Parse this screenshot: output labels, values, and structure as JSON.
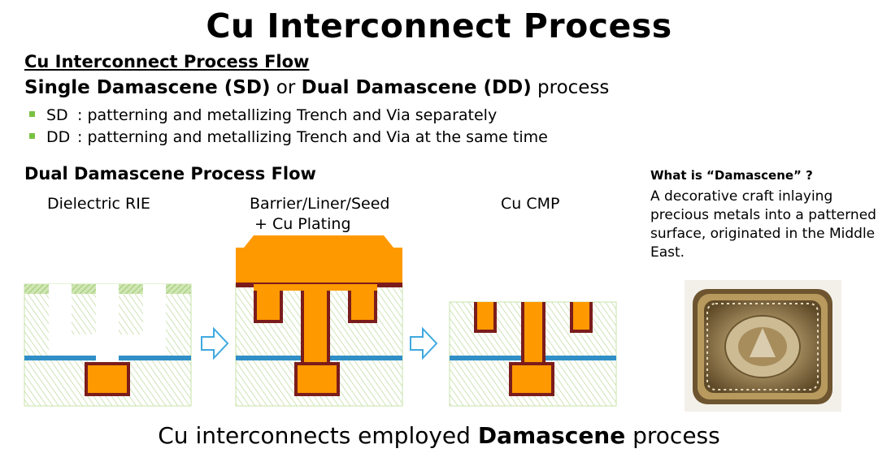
{
  "title": "Cu Interconnect Process",
  "flow_heading": "Cu Interconnect Process Flow",
  "sd_dd_line": {
    "part1": "Single Damascene (SD)",
    "part2": " or ",
    "part3": "Dual Damascene (DD)",
    "part4": " process"
  },
  "bullets": [
    {
      "key": "SD",
      "text": ": patterning and metallizing Trench and Via separately"
    },
    {
      "key": "DD",
      "text": ": patterning and metallizing Trench and Via at the same time"
    }
  ],
  "dd_heading": "Dual Damascene Process Flow",
  "steps": [
    {
      "label": "Dielectric RIE"
    },
    {
      "label": "Barrier/Liner/Seed",
      "label2": "+ Cu Plating"
    },
    {
      "label": "Cu CMP"
    }
  ],
  "what_is": {
    "title": "What is “Damascene” ?",
    "body": "A decorative craft inlaying precious metals into a patterned surface, originated in the Middle East."
  },
  "footer": {
    "part1": "Cu interconnects employed  ",
    "part2": "Damascene",
    "part3": " process"
  },
  "colors": {
    "copper": "#ff9900",
    "barrier": "#7b1c1c",
    "dielectric_hatch": "#b9d99a",
    "hard_mask": "#9fcf6e",
    "etch_stop": "#2f8fc6",
    "arrow": "#3fa9e0",
    "bullet": "#7ac142"
  },
  "icons": [
    "right-arrow-icon",
    "damascene-tray-image"
  ]
}
